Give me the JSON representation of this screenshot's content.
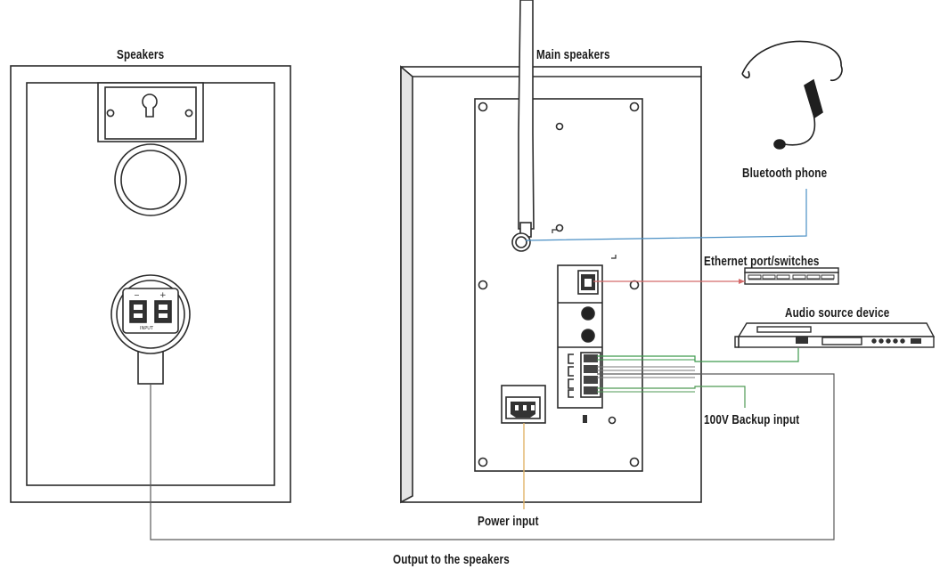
{
  "labels": {
    "speakers": "Speakers",
    "main_speakers": "Main speakers",
    "bluetooth_phone": "Bluetooth phone",
    "ethernet": "Ethernet port/switches",
    "audio_source": "Audio source device",
    "backup_input": "100V Backup input",
    "power_input": "Power input",
    "output_speakers": "Output to the speakers"
  },
  "terminal_label": "INPUT",
  "colors": {
    "outline": "#2b2b2b",
    "bluetooth_line": "#4a8fc4",
    "ethernet_line": "#d46a6a",
    "audio_line": "#3e9a4e",
    "backup_line": "#4f9a55",
    "power_line": "#e0b46a",
    "output_line": "#5a5a5a"
  }
}
